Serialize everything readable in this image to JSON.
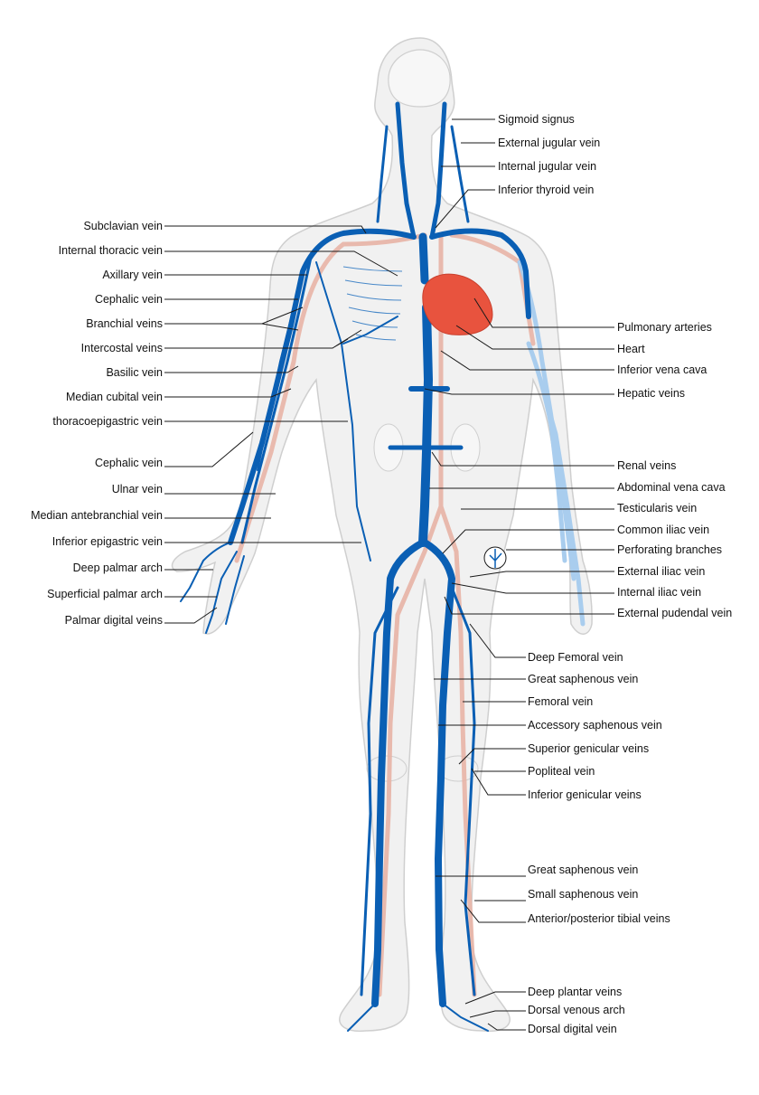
{
  "colors": {
    "vein": "#0a5fb4",
    "vein_light": "#a9cdee",
    "artery_light": "#e8b4a6",
    "body_fill": "#f2f2f2",
    "body_outline": "#c9c9c9",
    "heart": "#e8533e",
    "leader": "#1a1a1a"
  },
  "labels_left": [
    "Subclavian vein",
    "Internal thoracic vein",
    "Axillary vein",
    "Cephalic vein",
    "Branchial veins",
    "Intercostal veins",
    "Basilic vein",
    "Median cubital vein",
    "thoracoepigastric vein",
    "Cephalic vein",
    "Ulnar vein",
    "Median antebranchial vein",
    "Inferior epigastric vein",
    "Deep palmar arch",
    "Superficial palmar arch",
    "Palmar digital veins"
  ],
  "labels_right": [
    "Sigmoid signus",
    "External jugular vein",
    "Internal jugular vein",
    "Inferior thyroid vein",
    "Pulmonary arteries",
    "Heart",
    "Inferior vena cava",
    "Hepatic veins",
    "Renal veins",
    "Abdominal vena cava",
    "Testicularis vein",
    "Common iliac vein",
    "Perforating branches",
    "External iliac vein",
    "Internal iliac vein",
    "External pudendal vein",
    "Deep Femoral vein",
    "Great saphenous vein",
    "Femoral vein",
    "Accessory saphenous vein",
    "Superior genicular veins",
    "Popliteal vein",
    "Inferior genicular veins",
    "Great saphenous vein",
    "Small saphenous vein",
    "Anterior/posterior tibial veins",
    "Deep plantar veins",
    "Dorsal venous arch",
    "Dorsal digital vein"
  ]
}
